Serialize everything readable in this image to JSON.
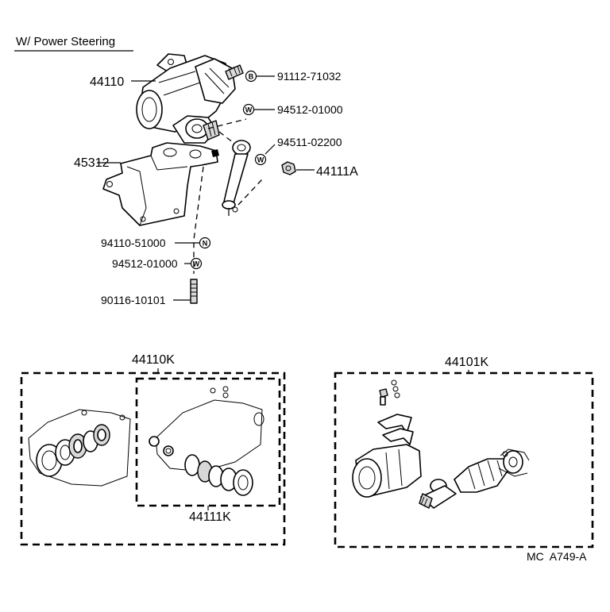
{
  "title": "W/ Power Steering",
  "labels": {
    "gear_housing": "44110",
    "bracket": "45312",
    "bolt": "91112-71032",
    "washer_top": "94512-01000",
    "pitman_arm": "94511-02200",
    "nut_right": "44111A",
    "nut_left": "94110-51000",
    "washer_left": "94512-01000",
    "stud": "90116-10101",
    "kit_left_outer": "44110K",
    "kit_left_inner": "44111K",
    "kit_right": "44101K",
    "footer": "MC  A749-A"
  },
  "symbols": {
    "bolt": "B",
    "washer": "W",
    "nut": "N"
  }
}
